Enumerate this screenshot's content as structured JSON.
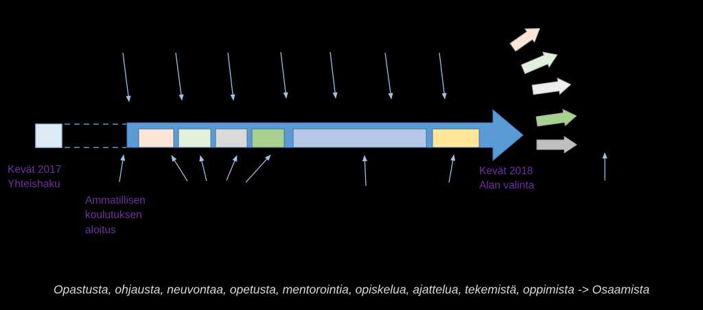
{
  "labels": {
    "spring_2017": "Kevät 2017",
    "joint_application": "Yhteishaku",
    "vocational_start_1": "Ammatillisen",
    "vocational_start_2": "koulutuksen",
    "vocational_start_3": "aloitus",
    "spring_2018": "Kevät 2018",
    "field_choice": "Alan valinta"
  },
  "footer": "Opastusta, ohjausta, neuvontaa, opetusta, mentorointia, opiskelua, ajattelua, tekemistä, oppimista  ->  Osaamista",
  "colors": {
    "background": "#000000",
    "timeline_arrow": "#5B9BD5",
    "start_box": "#DDEBF7",
    "arrow_lines": "#9DC3E6",
    "label_text": "#7030A0",
    "footer_text": "#D9D9D9",
    "segment_peach": "#FBE5D6",
    "segment_light_green": "#E2F0D9",
    "segment_light_gray": "#D9D9D9",
    "segment_green": "#A9D18E",
    "segment_light_blue": "#B4C7E7",
    "segment_yellow": "#FFE699",
    "branch_peach": "#FBE5D6",
    "branch_light_green": "#E2F0D9",
    "branch_white_gray": "#EDEDED",
    "branch_green": "#A9D18E",
    "branch_gray": "#BFBFBF"
  }
}
